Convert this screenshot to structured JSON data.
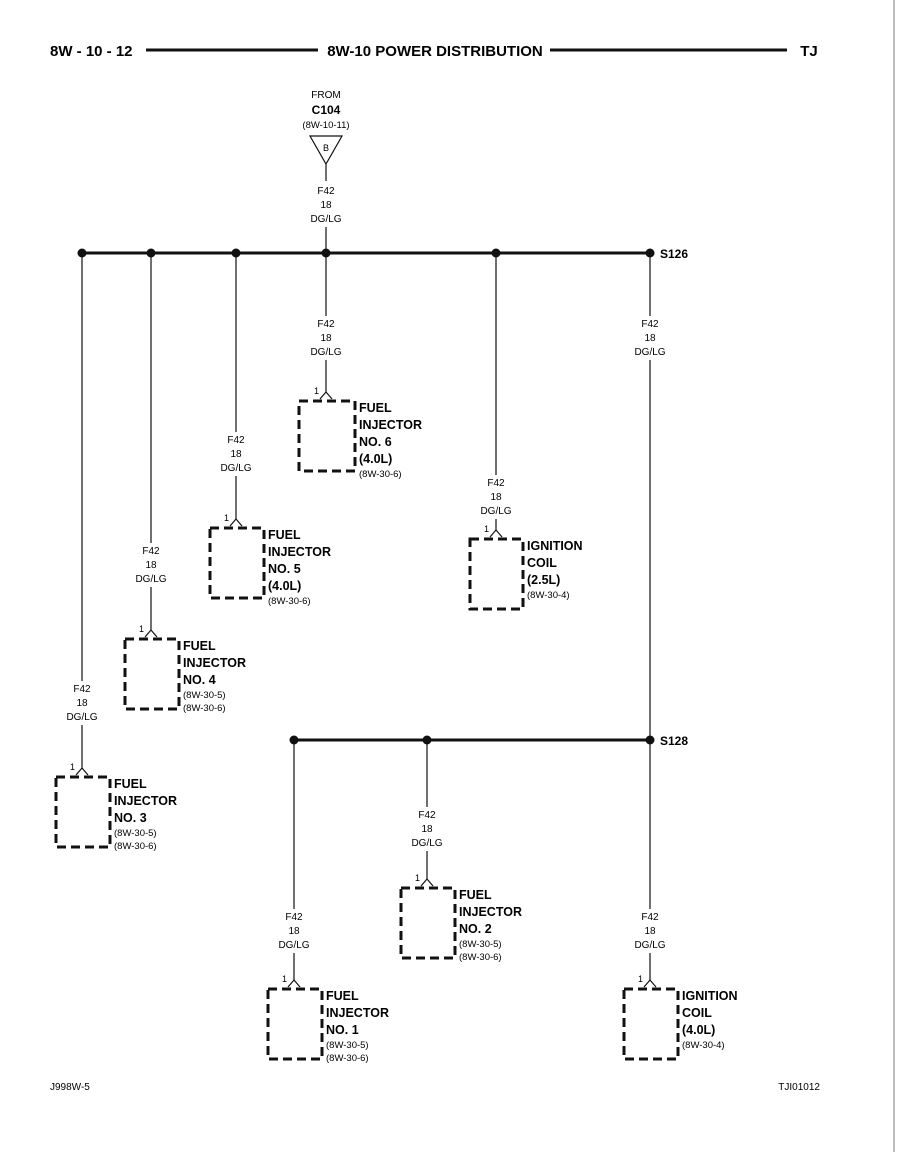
{
  "header": {
    "page": "8W - 10 - 12",
    "title": "8W-10 POWER DISTRIBUTION",
    "model": "TJ"
  },
  "source": {
    "from": "FROM",
    "connector": "C104",
    "ref": "(8W-10-11)",
    "cavity": "B"
  },
  "wire": {
    "circuit": "F42",
    "gauge": "18",
    "color": "DG/LG"
  },
  "splices": {
    "s126": "S126",
    "s128": "S128"
  },
  "components": [
    {
      "id": "fuel-injector-6",
      "pin": "1",
      "lines": [
        "FUEL",
        "INJECTOR",
        "NO. 6",
        "(4.0L)"
      ],
      "refs": [
        "(8W-30-6)"
      ]
    },
    {
      "id": "fuel-injector-5",
      "pin": "1",
      "lines": [
        "FUEL",
        "INJECTOR",
        "NO. 5",
        "(4.0L)"
      ],
      "refs": [
        "(8W-30-6)"
      ]
    },
    {
      "id": "fuel-injector-4",
      "pin": "1",
      "lines": [
        "FUEL",
        "INJECTOR",
        "NO. 4"
      ],
      "refs": [
        "(8W-30-5)",
        "(8W-30-6)"
      ]
    },
    {
      "id": "fuel-injector-3",
      "pin": "1",
      "lines": [
        "FUEL",
        "INJECTOR",
        "NO. 3"
      ],
      "refs": [
        "(8W-30-5)",
        "(8W-30-6)"
      ]
    },
    {
      "id": "ignition-coil-2-5l",
      "pin": "1",
      "lines": [
        "IGNITION",
        "COIL",
        "(2.5L)"
      ],
      "refs": [
        "(8W-30-4)"
      ]
    },
    {
      "id": "fuel-injector-2",
      "pin": "1",
      "lines": [
        "FUEL",
        "INJECTOR",
        "NO. 2"
      ],
      "refs": [
        "(8W-30-5)",
        "(8W-30-6)"
      ]
    },
    {
      "id": "fuel-injector-1",
      "pin": "1",
      "lines": [
        "FUEL",
        "INJECTOR",
        "NO. 1"
      ],
      "refs": [
        "(8W-30-5)",
        "(8W-30-6)"
      ]
    },
    {
      "id": "ignition-coil-4-0l",
      "pin": "1",
      "lines": [
        "IGNITION",
        "COIL",
        "(4.0L)"
      ],
      "refs": [
        "(8W-30-4)"
      ]
    }
  ],
  "footer": {
    "left": "J998W-5",
    "right": "TJI01012"
  }
}
